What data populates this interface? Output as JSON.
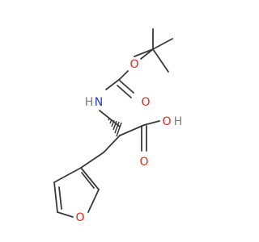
{
  "molecule": {
    "atoms": {
      "nitrogen": {
        "symbol": "N",
        "implicit_h": "H"
      },
      "carbonyl_oxygen_boc": {
        "symbol": "O"
      },
      "ester_oxygen": {
        "symbol": "O"
      },
      "carbonyl_oxygen_acid": {
        "symbol": "O"
      },
      "hydroxyl_oxygen": {
        "symbol": "O",
        "implicit_h": "H"
      },
      "furan_oxygen": {
        "symbol": "O"
      }
    },
    "colors": {
      "bond": "#3a3a3a",
      "nitrogen": "#1f3fbf",
      "oxygen": "#e0281e",
      "hydrogen_label": "#7a7a7a"
    },
    "stereo": "wedge-hash"
  }
}
